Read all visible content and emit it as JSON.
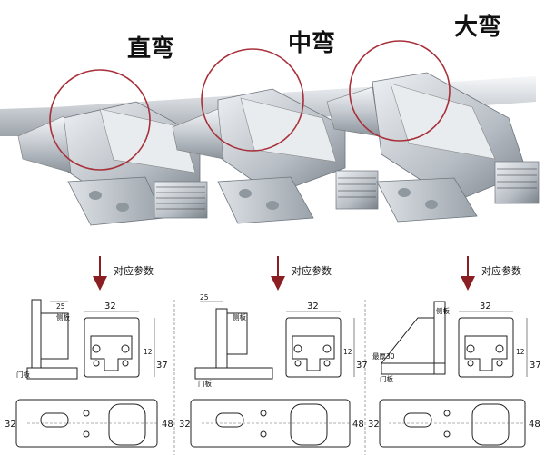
{
  "variants": [
    {
      "title": "直弯",
      "param_label": "对应参数",
      "side_label": "侧板",
      "door_label": "门板",
      "side_offset": "25",
      "width": "32",
      "height": "37",
      "offset": "12",
      "plate_h": "32",
      "plate_w": "48"
    },
    {
      "title": "中弯",
      "param_label": "对应参数",
      "side_label": "侧板",
      "door_label": "门板",
      "side_offset": "25",
      "width": "32",
      "height": "37",
      "offset": "12",
      "plate_h": "32",
      "plate_w": "48"
    },
    {
      "title": "大弯",
      "param_label": "对应参数",
      "side_label": "侧板",
      "door_label": "门板",
      "thickness_label": "最厚30",
      "width": "32",
      "height": "37",
      "offset": "12",
      "plate_h": "32",
      "plate_w": "48"
    }
  ],
  "colors": {
    "highlight_circle": "#a8303a",
    "arrow": "#8a1e22",
    "metal_light": "#d9dde2",
    "metal_dark": "#7d858d"
  }
}
